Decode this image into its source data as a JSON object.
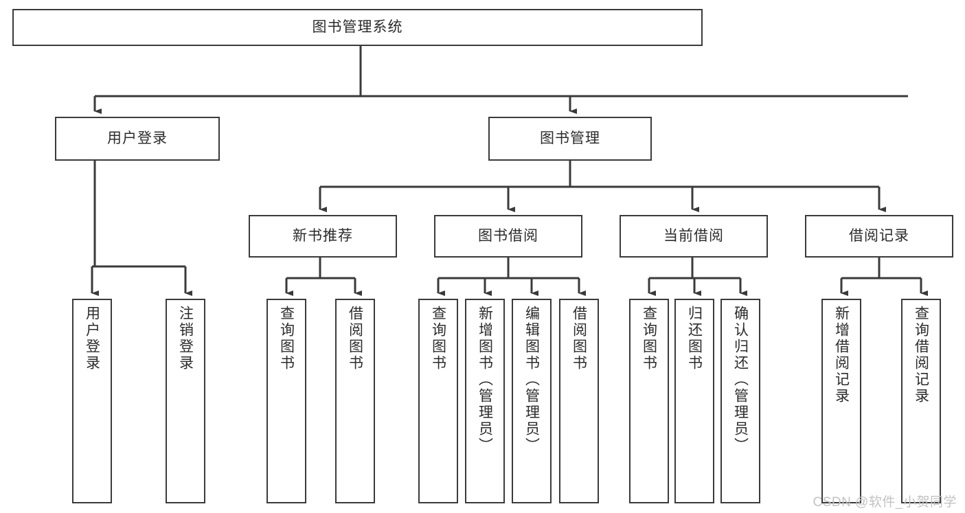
{
  "diagram": {
    "title": "图书管理系统",
    "type": "hierarchy-tree",
    "background_color": "#ffffff",
    "border_color": "#3a3a3a",
    "text_color": "#2b2b2b",
    "watermark": "CSDN @软件_小贺同学"
  },
  "nodes": {
    "root": {
      "label": "图书管理系统"
    },
    "level2": [
      {
        "label": "用户登录"
      },
      {
        "label": "图书管理"
      }
    ],
    "level3": [
      {
        "label": "新书推荐"
      },
      {
        "label": "图书借阅"
      },
      {
        "label": "当前借阅"
      },
      {
        "label": "借阅记录"
      }
    ],
    "leaves": {
      "user_login": [
        {
          "label": "用户登录"
        },
        {
          "label": "注销登录"
        }
      ],
      "new_book_recommend": [
        {
          "label": "查询图书"
        },
        {
          "label": "借阅图书"
        }
      ],
      "book_borrow": [
        {
          "label": "查询图书"
        },
        {
          "label": "新增图书（管理员）"
        },
        {
          "label": "编辑图书（管理员）"
        },
        {
          "label": "借阅图书"
        }
      ],
      "current_borrow": [
        {
          "label": "查询图书"
        },
        {
          "label": "归还图书"
        },
        {
          "label": "确认归还（管理员）"
        }
      ],
      "borrow_record": [
        {
          "label": "新增借阅记录"
        },
        {
          "label": "查询借阅记录"
        }
      ]
    }
  }
}
